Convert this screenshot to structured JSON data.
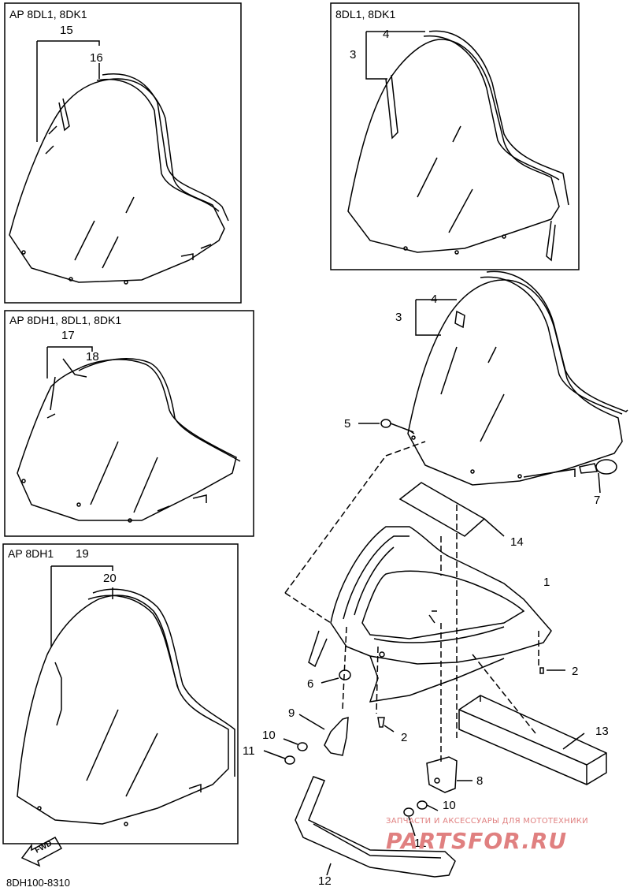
{
  "panels": {
    "top_left": "AP 8DL1, 8DK1",
    "top_right": "8DL1, 8DK1",
    "mid_left": "AP 8DH1, 8DL1, 8DK1",
    "bottom_left": "AP 8DH1"
  },
  "callouts": {
    "p15": "15",
    "p16": "16",
    "p3a": "3",
    "p4a": "4",
    "p17": "17",
    "p18": "18",
    "p19": "19",
    "p20": "20",
    "p3b": "3",
    "p4b": "4",
    "p5": "5",
    "p7": "7",
    "p14": "14",
    "p1": "1",
    "p2a": "2",
    "p6": "6",
    "p9": "9",
    "p2b": "2",
    "p13": "13",
    "p10a": "10",
    "p11a": "11",
    "p8": "8",
    "p10b": "10",
    "p11b": "11",
    "p12": "12"
  },
  "fwd": "FWD",
  "diagram_code": "8DH100-8310",
  "watermark": {
    "subtitle": "ЗАПЧАСТИ И АКСЕССУАРЫ ДЛЯ МОТОТЕХНИКИ",
    "brand": "PARTSFOR.RU"
  }
}
